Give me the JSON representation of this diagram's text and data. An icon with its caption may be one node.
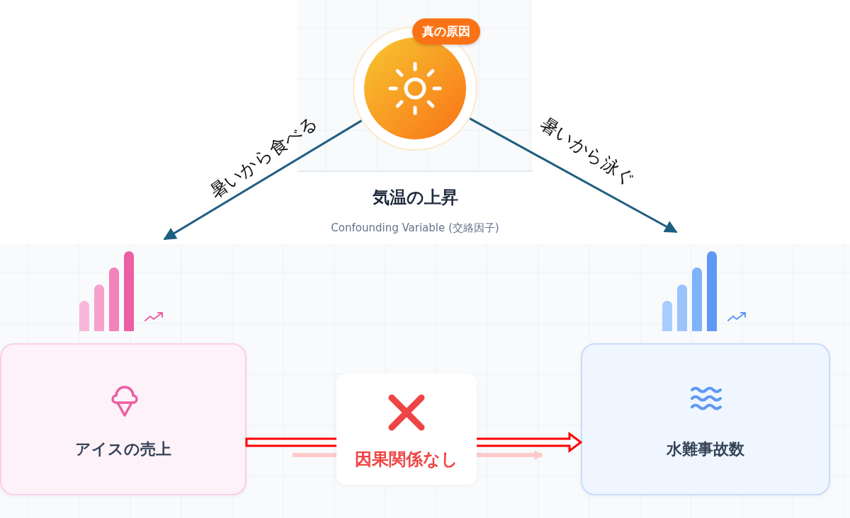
{
  "diagram": {
    "nodes": [
      {
        "text": [
          "真の原因",
          "気温の上昇",
          "Confounding Variable (交絡因子)"
        ]
      },
      {
        "text": [
          "アイスの売上"
        ]
      },
      {
        "text": [
          "水難事故数"
        ]
      }
    ],
    "edges": [
      {
        "from": 0,
        "to": 1,
        "arrow": "to",
        "label": "暑いから食べる"
      },
      {
        "from": 0,
        "to": 2,
        "arrow": "to",
        "label": "暑いから泳ぐ"
      },
      {
        "from": 1,
        "to": 2,
        "arrow": "to",
        "style": "thick",
        "color": "#fecaca",
        "label": "因果関係なし"
      },
      {
        "from": 1,
        "to": 2,
        "arrow": "to",
        "style": "thick",
        "color": "#ff0000"
      }
    ]
  }
}
